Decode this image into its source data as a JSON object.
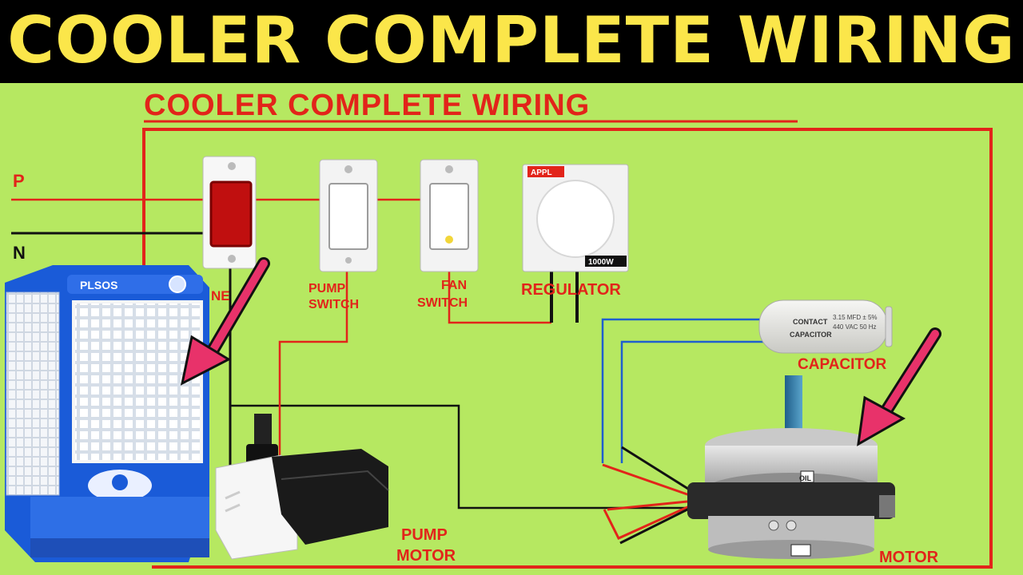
{
  "banner": {
    "title": "COOLER COMPLETE WIRING"
  },
  "diagram": {
    "title": "COOLER COMPLETE WIRING",
    "phase_label": "P",
    "neutral_label": "N",
    "indicator_label": "NE",
    "pump_switch_label": [
      "PUMP",
      "SWITCH"
    ],
    "fan_switch_label": [
      "FAN",
      "SWITCH"
    ],
    "regulator_brand": "APPL",
    "regulator_rating": "1000W",
    "regulator_label": "REGULATOR",
    "capacitor_label": "CAPACITOR",
    "capacitor_text": [
      "CONTACT",
      "CAPACITOR",
      "3.15 MFD ± 5%",
      "440 VAC 50 Hz"
    ],
    "pump_motor_label": [
      "PUMP",
      "MOTOR"
    ],
    "motor_label": "MOTOR",
    "motor_oil_text": "OIL",
    "cooler_brand": "PLSOS",
    "colors": {
      "banner_bg": "#000000",
      "banner_text": "#fbe64a",
      "board_bg": "#b6e861",
      "label_red": "#e2241a",
      "phase_wire": "#e2241a",
      "neutral_wire": "#111111",
      "capacitor_wire": "#1f5fcf",
      "arrow": "#e8326a"
    }
  }
}
